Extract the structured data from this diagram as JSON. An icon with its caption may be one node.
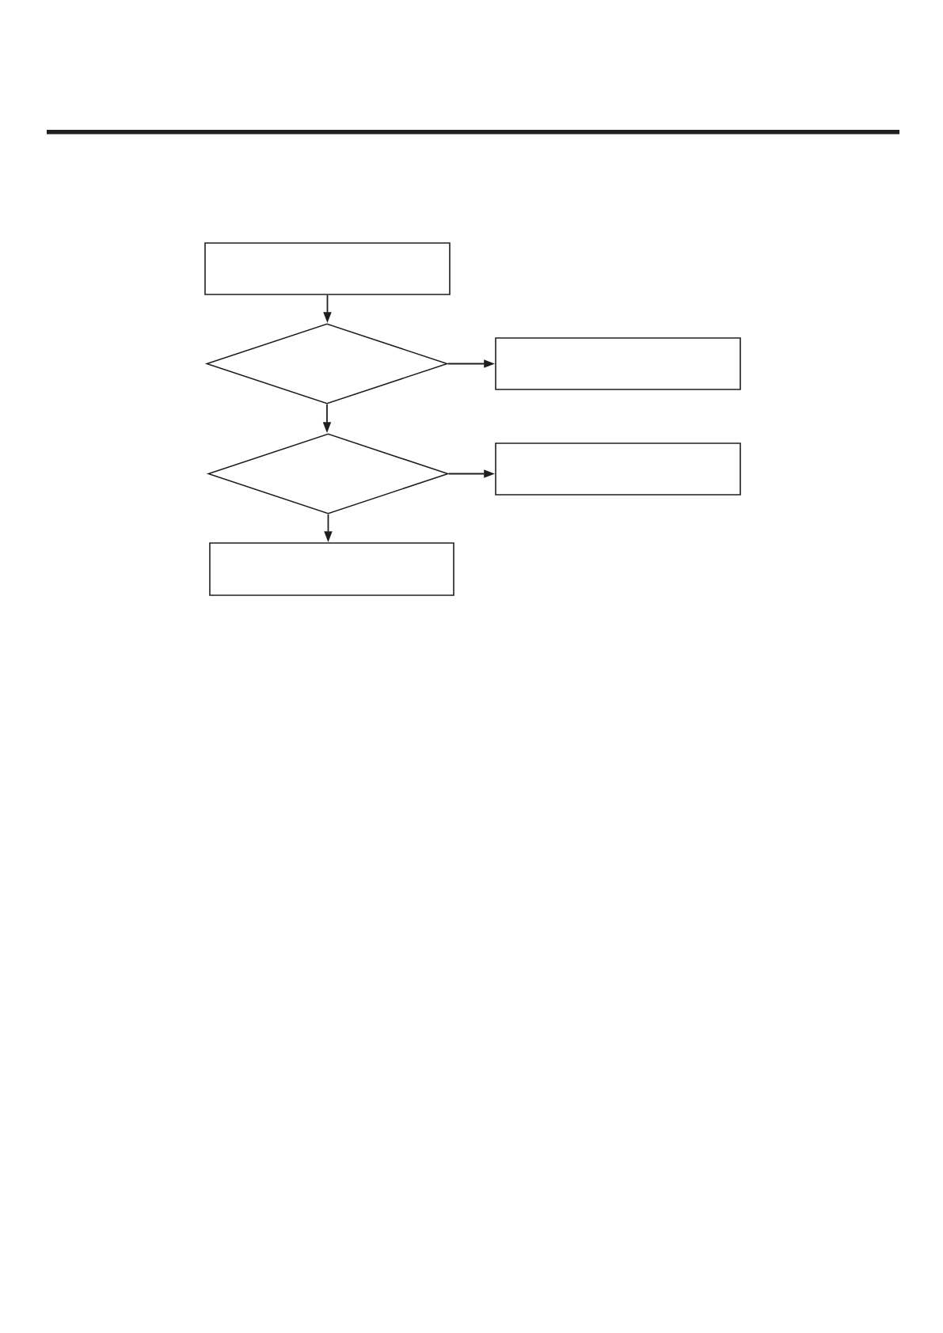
{
  "diagram": {
    "nodes": [
      {
        "text": [],
        "shape": "box"
      },
      {
        "text": [],
        "shape": "diamond"
      },
      {
        "text": [],
        "shape": "box"
      },
      {
        "text": [],
        "shape": "diamond"
      },
      {
        "text": [],
        "shape": "box"
      },
      {
        "text": [],
        "shape": "box"
      }
    ],
    "edges": [
      {
        "from": 0,
        "to": 1,
        "arrow": "to"
      },
      {
        "from": 1,
        "to": 2,
        "arrow": "to"
      },
      {
        "from": 1,
        "to": 3,
        "arrow": "to"
      },
      {
        "from": 3,
        "to": 4,
        "arrow": "to"
      },
      {
        "from": 3,
        "to": 5,
        "arrow": "to"
      }
    ]
  }
}
